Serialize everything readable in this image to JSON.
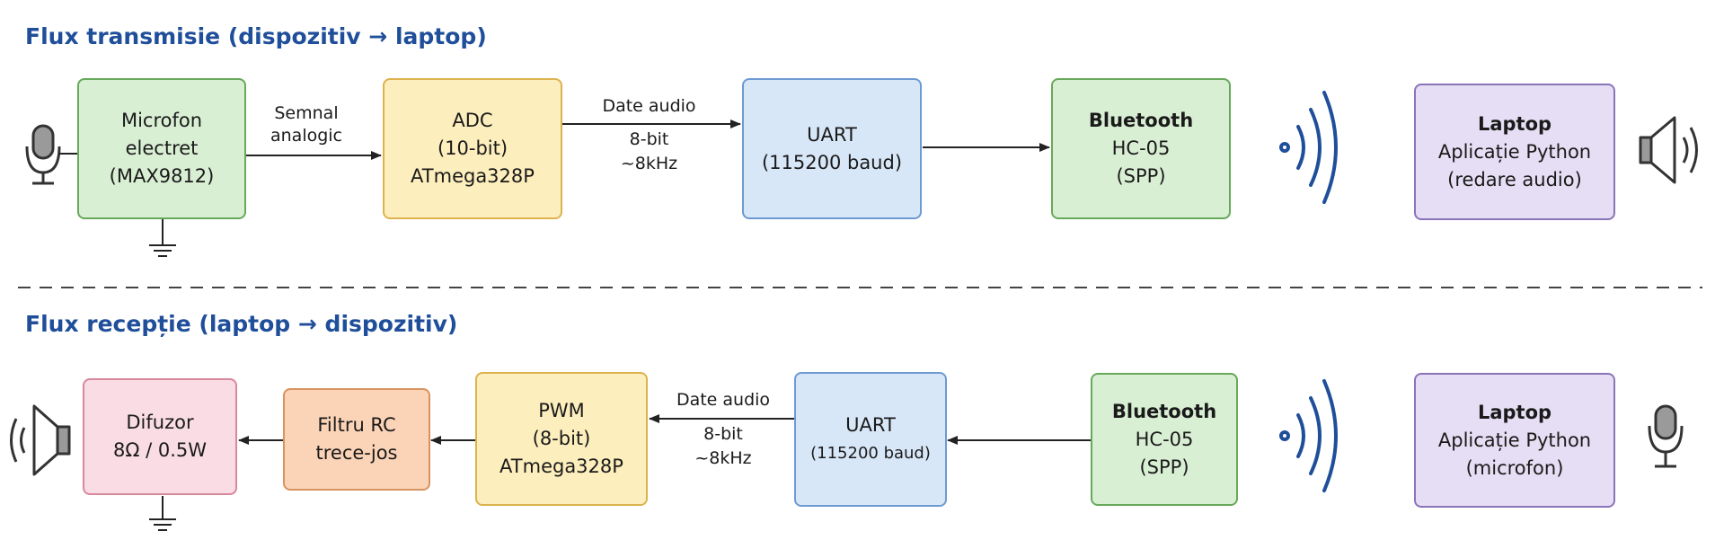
{
  "transmit": {
    "title": "Flux transmisie (dispozitiv → laptop)",
    "mic": {
      "line1": "Microfon",
      "line2": "electret",
      "line3": "(MAX9812)"
    },
    "signal_label": {
      "line1": "Semnal",
      "line2": "analogic"
    },
    "adc": {
      "line1": "ADC",
      "line2": "(10-bit)",
      "line3": "ATmega328P"
    },
    "data_label": {
      "line1": "Date audio",
      "line2": "8-bit",
      "line3": "~8kHz"
    },
    "uart": {
      "line1": "UART",
      "line2": "(115200 baud)"
    },
    "bluetooth": {
      "line1": "Bluetooth",
      "line2": "HC-05",
      "line3": "(SPP)"
    },
    "laptop": {
      "line1": "Laptop",
      "line2": "Aplicație Python",
      "line3": "(redare audio)"
    }
  },
  "receive": {
    "title": "Flux recepție (laptop → dispozitiv)",
    "speaker": {
      "line1": "Difuzor",
      "line2": "8Ω / 0.5W"
    },
    "filter": {
      "line1": "Filtru RC",
      "line2": "trece-jos"
    },
    "pwm": {
      "line1": "PWM",
      "line2": "(8-bit)",
      "line3": "ATmega328P"
    },
    "data_label": {
      "line1": "Date audio",
      "line2": "8-bit",
      "line3": "~8kHz"
    },
    "uart": {
      "line1": "UART",
      "line2": "(115200 baud)"
    },
    "bluetooth": {
      "line1": "Bluetooth",
      "line2": "HC-05",
      "line3": "(SPP)"
    },
    "laptop": {
      "line1": "Laptop",
      "line2": "Aplicație Python",
      "line3": "(microfon)"
    }
  },
  "colors": {
    "title": "#1f4e9a",
    "wireless": "#1f4e9a",
    "line": "#222222",
    "green": "#67a95a",
    "yellow": "#ddb24f",
    "blue": "#6d9ad2",
    "purple": "#8a74b8",
    "pink": "#d7889b",
    "orange": "#d89460"
  },
  "icons": [
    "microphone-icon",
    "speaker-icon",
    "wireless-signal-icon",
    "ground-icon",
    "arrow-icon"
  ]
}
